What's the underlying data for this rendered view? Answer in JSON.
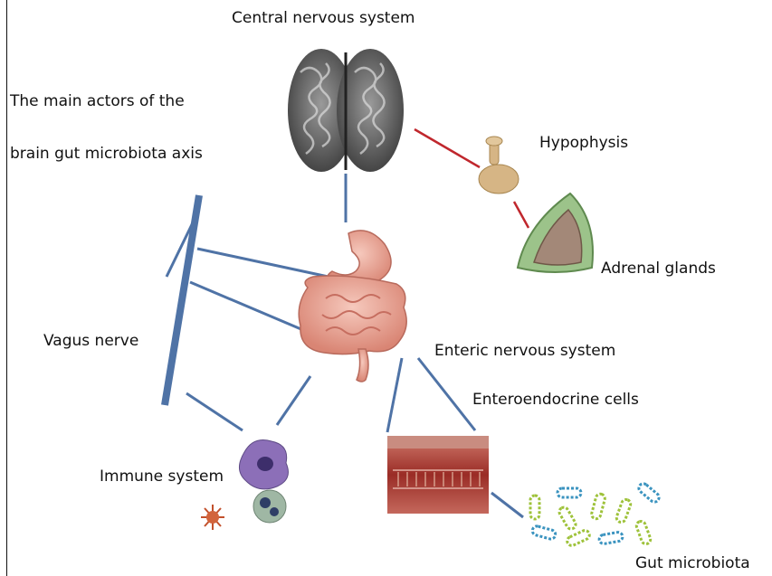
{
  "title_lines": [
    "The main actors of the",
    "brain gut microbiota axis"
  ],
  "labels": {
    "cns": "Central nervous system",
    "hypophysis": "Hypophysis",
    "adrenal": "Adrenal glands",
    "vagus": "Vagus nerve",
    "ens": "Enteric nervous system",
    "eec": "Enteroendocrine cells",
    "immune": "Immune system",
    "microbiota": "Gut microbiota"
  },
  "colors": {
    "nerve": "#4f73a6",
    "hormonal": "#c0272d",
    "brain": "#6e6e6e",
    "gut": "#e9a294",
    "pituitary": "#d6b585",
    "adrenal_outer": "#9cc38a",
    "adrenal_inner": "#a38878",
    "tissue": "#a6352d",
    "bacteria": [
      "#9ec23a",
      "#3a93bf"
    ]
  }
}
